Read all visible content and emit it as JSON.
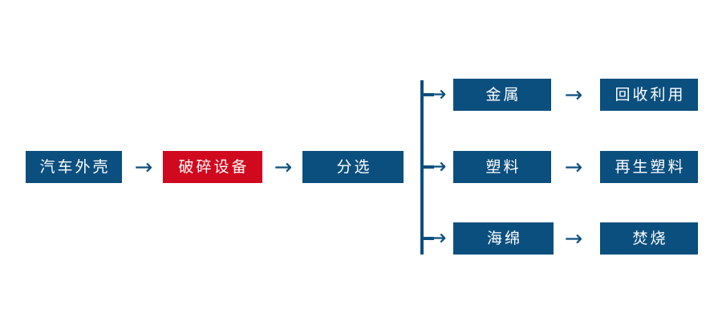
{
  "diagram": {
    "title": "",
    "colors": {
      "box_blue": "#0B4F7F",
      "box_red": "#D0091F",
      "connector_blue": "#0B4F7F",
      "background": "#FFFFFF",
      "text": "#FFFFFF"
    },
    "arrow_glyph": "→",
    "main_chain": [
      {
        "id": "shell",
        "label": "汽车外壳",
        "color": "blue"
      },
      {
        "id": "crusher",
        "label": "破碎设备",
        "color": "red"
      },
      {
        "id": "sorting",
        "label": "分选",
        "color": "blue"
      }
    ],
    "branches": [
      {
        "id": "metal",
        "material": {
          "label": "金属",
          "color": "blue"
        },
        "destination": {
          "label": "回收利用",
          "color": "blue"
        }
      },
      {
        "id": "plastic",
        "material": {
          "label": "塑料",
          "color": "blue"
        },
        "destination": {
          "label": "再生塑料",
          "color": "blue"
        }
      },
      {
        "id": "sponge",
        "material": {
          "label": "海绵",
          "color": "blue"
        },
        "destination": {
          "label": "焚烧",
          "color": "blue"
        }
      }
    ]
  }
}
